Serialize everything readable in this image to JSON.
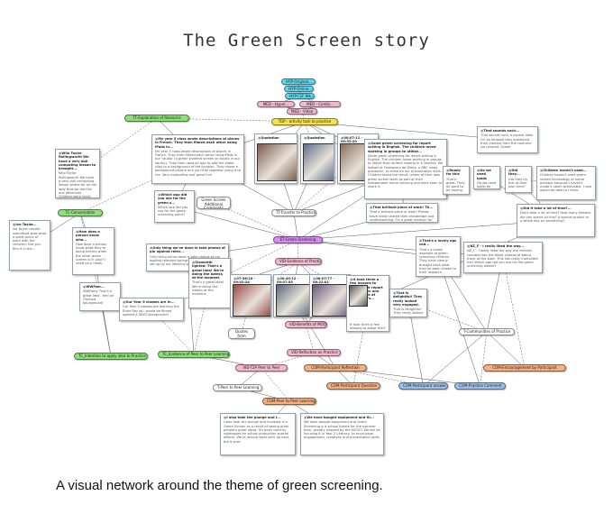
{
  "title": "The Green Screen story",
  "caption": "A visual network around the theme of green screening.",
  "colors": {
    "cyan": "#5fd8ee",
    "pink": "#f3b7cf",
    "magenta": "#d88af0",
    "yellow": "#f2e34c",
    "green": "#8fe07a",
    "orange": "#f4b07e",
    "blue": "#9ec2ec",
    "white": "#ffffff",
    "edge": "#555555"
  },
  "nodes": [
    {
      "id": "hyp-original",
      "kind": "pill",
      "color": "cyan",
      "label": "HYP-Original..."
    },
    {
      "id": "hyp-online",
      "kind": "pill",
      "color": "cyan",
      "label": "HYP-Online..."
    },
    {
      "id": "hyp-f2f",
      "kind": "pill",
      "color": "cyan",
      "label": "HYP-F2F Wk..."
    },
    {
      "id": "med-hyper",
      "kind": "pill",
      "color": "pink",
      "label": "MED - Hyper..."
    },
    {
      "id": "med-combi",
      "kind": "pill",
      "color": "pink",
      "label": "MED - Combi..."
    },
    {
      "id": "med-video",
      "kind": "pill",
      "color": "pink",
      "label": "MED - Video"
    },
    {
      "id": "tdp",
      "kind": "pill",
      "color": "yellow",
      "label": "TDP - artivity task to practice"
    },
    {
      "id": "tt-exploration",
      "kind": "pill",
      "color": "green",
      "label": "TT-Exploration of Resource"
    },
    {
      "id": "tc-conversation",
      "kind": "pill",
      "color": "green",
      "label": "TC-Conversation"
    },
    {
      "id": "tt-transfer",
      "kind": "pill",
      "color": "white",
      "label": "TT-Transfer to Practice"
    },
    {
      "id": "et-green",
      "kind": "pill",
      "color": "magenta",
      "label": "ET-Green Screening"
    },
    {
      "id": "vid-evidence",
      "kind": "pill",
      "color": "pink",
      "label": "VID-Evidence of Practice"
    },
    {
      "id": "vid-benefits",
      "kind": "pill",
      "color": "pink",
      "label": "VID-Benefits of MOOC"
    },
    {
      "id": "vid-reflection",
      "kind": "pill",
      "color": "pink",
      "label": "VID-Reflection on Practice"
    },
    {
      "id": "vid-t2p",
      "kind": "pill",
      "color": "pink",
      "label": "VID-T2P Peer to Peer"
    },
    {
      "id": "tc-intention",
      "kind": "pill",
      "color": "green",
      "label": "TC_Intention to apply idea to Practice"
    },
    {
      "id": "tc-evidence-peer",
      "kind": "pill",
      "color": "green",
      "label": "TC_Evidence of Peer to Peer Learning"
    },
    {
      "id": "t-peer",
      "kind": "pill",
      "color": "white",
      "label": "T-Peer to Peer Learning"
    },
    {
      "id": "com-participant-reflection",
      "kind": "pill",
      "color": "orange",
      "label": "COM-Participant Reflection"
    },
    {
      "id": "com-peer",
      "kind": "pill",
      "color": "orange",
      "label": "COM-Peer to Peer Learning"
    },
    {
      "id": "com-participant-question",
      "kind": "pill",
      "color": "orange",
      "label": "COM-Participant Question"
    },
    {
      "id": "com-participant-answer",
      "kind": "pill",
      "color": "blue",
      "label": "COM-Participant answer"
    },
    {
      "id": "com-practice-comment",
      "kind": "pill",
      "color": "blue",
      "label": "COM-Practice Comment"
    },
    {
      "id": "com-encouragement",
      "kind": "pill",
      "color": "orange",
      "label": "COM-Encouragement by Participant"
    },
    {
      "id": "t-communities",
      "kind": "pill",
      "color": "white",
      "label": "T-Communities of Practice"
    },
    {
      "id": "green-screen-additional",
      "kind": "pill",
      "color": "white",
      "label": "Green Screen Additional Comments"
    },
    {
      "id": "quotes-videos",
      "kind": "pill",
      "color": "white",
      "label": "Quotes from Videos"
    },
    {
      "id": "c-my-year5",
      "kind": "card",
      "head": "My year 5 class wrote descriptions of places in French. They then filmed each other using iPads in...",
      "body": "My year 5 class wrote descriptions of places in French. They then filmed each other using iPads in our 'studio' (a green sheeted screen on books in our library). They then used an app to add the video clips to a background of the location. They chose a background picture and you'd all together using it to me. Very motivating and great fun!"
    },
    {
      "id": "c-quotation-1",
      "kind": "card",
      "head": "Quotation",
      "body": "1:24"
    },
    {
      "id": "c-quotation-2",
      "kind": "card",
      "head": "Quotation",
      "body": "1:38"
    },
    {
      "id": "c-ts-0752",
      "kind": "card",
      "head": "00:07:11 - 00:52:20",
      "body": ""
    },
    {
      "id": "c-some-green",
      "kind": "card",
      "head": "Some green screening for report writing in English. The children loved working in groups to utilise...",
      "body": "Some green screening for report writing in English. The children loved working in groups to utilise their written reports in a context. We looked at Foreigners da Mikka, a BBC news presenter, to enhance our presentation skills. Children loved the result, mixed of their own green screen work as part of their independent home learning and were keen to share it."
    },
    {
      "id": "c-thatsounds",
      "kind": "card",
      "head": "That sounds such...",
      "body": "That sounds such a superb idea! I'm so amazed they sustained their interest from the costume you shared. Great!"
    },
    {
      "id": "c-wiio-taylor",
      "kind": "card",
      "head": "Wiio Taylor Rollingworth We have a very dull computing lesson to brought...",
      "body": "Wiio Taylor Rollingworth We have a very dull computing lesson where for an old lady that we did this one afternoon. Children were really inspired so I am glad to give you feedback #QMONTHS AGO"
    },
    {
      "id": "c-which-app",
      "kind": "card",
      "head": "Which app did you use for the green s...",
      "body": "Which app did you use for the green screening piece?"
    },
    {
      "id": "c-that-brilliant",
      "kind": "card",
      "head": "That brilliant piece of work! Th...",
      "body": "That a brilliant piece of work! Please have really shared their knowledge and understanding. It's a great medium for that."
    },
    {
      "id": "c-ready-for-this",
      "kind": "card",
      "head": "Ready for this",
      "body": "That's great. They all want to be having fun"
    },
    {
      "id": "c-do-we-need",
      "kind": "card",
      "head": "Do we need ipads",
      "body": "Do we need ipads for this"
    },
    {
      "id": "c-did-they",
      "kind": "card",
      "head": "Did they...",
      "body": "Did they try this at their own time?"
    },
    {
      "id": "c-children-havent",
      "kind": "card",
      "head": "Children haven't used...",
      "body": "Children haven't used green screen technology at home perhaps because I haven't made it seem achievable. I now would be able to I think."
    },
    {
      "id": "c-did-it-take",
      "kind": "card",
      "head": "Did it take a lot of time?...",
      "body": "Did it take a lot of time? How many lessons did you spend on this? A special project or a whole day on something?"
    },
    {
      "id": "c-ivo-taylor",
      "kind": "card",
      "head": "Ivo Taylor...",
      "body": "Ivo Taylor results submitted wow what a great piece of work with the children! Did you film it in the..."
    },
    {
      "id": "c-how-does",
      "kind": "card",
      "head": "How does a person know wha...",
      "body": "How does a person know what they're doing behind when the other green screen is in play? I need your ideas."
    },
    {
      "id": "c-only-thing",
      "kind": "card",
      "head": "Only thing we've done is take photos of pin against relev...",
      "body": "Only thing we've done is take photos of pin against relevant backgrounds on news show set up by our Working on it."
    },
    {
      "id": "c-sixmonth",
      "kind": "card",
      "head": "Sixmonth lighted: That's a great idea! We're doing the Aztecs at the moment.",
      "body": "That's a great idea! We're doing the Aztecs at the moment."
    },
    {
      "id": "c-wiwfam",
      "kind": "card",
      "head": "WWFam...",
      "body": "WWFamy That's a great idea - feel an Olympic background!"
    },
    {
      "id": "c-our-year5",
      "kind": "card",
      "head": "Our Year 5 classes are in...",
      "body": "Our Year 5 classes are learning the Elder Roy so I would be filmed against a WW2 background!"
    },
    {
      "id": "c-ts-0736",
      "kind": "card",
      "head": "07:36:10 - 09:02:24",
      "body": ""
    },
    {
      "id": "c-ts-0045",
      "kind": "card",
      "head": "00:45:12 - 00:07:35",
      "body": ""
    },
    {
      "id": "c-ts-0807",
      "kind": "card",
      "head": "08:07:77 - 08:22:01",
      "body": ""
    },
    {
      "id": "c-it-took",
      "kind": "card",
      "head": "It took them a few lessons to adapt their report to a spoken one and to look at presenter's...",
      "body": "It took them a few lessons to adapt their report to a spoken one and to look at presenters techniques but the filming only took a lesson."
    },
    {
      "id": "c-thatsalovelyeg",
      "kind": "card",
      "head": "That's a lovely egs cod...",
      "body": "That's a lovely example of green screening children. They have clearly brought back what they've been shown to their research."
    },
    {
      "id": "c-nz",
      "kind": "card",
      "head": "NZ_F - I really liked the way...",
      "body": "NZ_F - I really liked the way the children counted into the News instead of being there at the start. This has really motivated me! Which age did you use for the green screening please?"
    },
    {
      "id": "c-that-is-delightful",
      "kind": "card",
      "head": "That is delightful! They really looked very engaged.",
      "body": "That is delightful! They really looked very engaged."
    },
    {
      "id": "c-i-also-took",
      "kind": "card",
      "head": "I also took the plunge and I...",
      "body": "I also took the plunge and invested in a Green Screen as a result of seeing other people's great ideas. It's been used by colleagues for school production special effects. We're unsure what we'll do next, but it was!"
    },
    {
      "id": "c-we-have-bought",
      "kind": "card",
      "head": "We have bought equipment and Gr...",
      "body": "We have bought equipment and Green Screening is a school theme for the summer term, greatly inspired by the MOOC! We will be focusing it in Year 2 Literacy, to encourage engagement, creativity and presentation skills."
    }
  ],
  "edges": [
    [
      "hyp-original",
      "hyp-online"
    ],
    [
      "hyp-online",
      "hyp-f2f"
    ],
    [
      "hyp-f2f",
      "med-hyper"
    ],
    [
      "hyp-f2f",
      "med-combi"
    ],
    [
      "med-hyper",
      "med-video"
    ],
    [
      "med-combi",
      "med-video"
    ],
    [
      "med-video",
      "tdp"
    ],
    [
      "tdp",
      "c-my-year5"
    ],
    [
      "tdp",
      "c-quotation-1"
    ],
    [
      "tdp",
      "c-quotation-2"
    ],
    [
      "tdp",
      "c-ts-0752"
    ],
    [
      "tdp",
      "c-some-green"
    ],
    [
      "tdp",
      "tt-exploration"
    ],
    [
      "tdp",
      "c-thatsounds"
    ],
    [
      "tt-exploration",
      "c-my-year5"
    ],
    [
      "tt-exploration",
      "c-wiio-taylor"
    ],
    [
      "c-my-year5",
      "c-which-app"
    ],
    [
      "c-my-year5",
      "tt-transfer"
    ],
    [
      "c-my-year5",
      "tc-conversation"
    ],
    [
      "c-quotation-1",
      "tt-transfer"
    ],
    [
      "c-quotation-2",
      "tt-transfer"
    ],
    [
      "c-ts-0752",
      "tt-transfer"
    ],
    [
      "c-some-green",
      "tt-transfer"
    ],
    [
      "c-some-green",
      "c-that-brilliant"
    ],
    [
      "c-some-green",
      "c-ready-for-this"
    ],
    [
      "c-some-green",
      "et-green"
    ],
    [
      "c-which-app",
      "et-green"
    ],
    [
      "green-screen-additional",
      "et-green"
    ],
    [
      "tc-conversation",
      "c-ivo-taylor"
    ],
    [
      "tc-conversation",
      "c-how-does"
    ],
    [
      "tc-conversation",
      "c-wiwfam"
    ],
    [
      "tt-transfer",
      "et-green"
    ],
    [
      "c-that-brilliant",
      "et-green"
    ],
    [
      "c-did-they",
      "c-children-havent"
    ],
    [
      "c-did-they",
      "c-did-it-take"
    ],
    [
      "c-do-we-need",
      "c-did-it-take"
    ],
    [
      "et-green",
      "vid-evidence"
    ],
    [
      "et-green",
      "c-thatsalovelyeg"
    ],
    [
      "et-green",
      "c-only-thing"
    ],
    [
      "et-green",
      "c-sixmonth"
    ],
    [
      "et-green",
      "c-did-it-take"
    ],
    [
      "et-green",
      "c-nz"
    ],
    [
      "vid-evidence",
      "c-ts-0736"
    ],
    [
      "vid-evidence",
      "c-ts-0045"
    ],
    [
      "vid-evidence",
      "c-ts-0807"
    ],
    [
      "vid-evidence",
      "c-it-took"
    ],
    [
      "vid-evidence",
      "c-our-year5"
    ],
    [
      "c-did-it-take",
      "c-it-took"
    ],
    [
      "c-ts-0736",
      "quotes-videos"
    ],
    [
      "c-ts-0045",
      "vid-benefits"
    ],
    [
      "c-ts-0807",
      "vid-benefits"
    ],
    [
      "vid-benefits",
      "vid-reflection"
    ],
    [
      "c-it-took",
      "c-that-is-delightful"
    ],
    [
      "c-nz",
      "t-communities"
    ],
    [
      "c-that-is-delightful",
      "t-communities"
    ],
    [
      "c-thatsalovelyeg",
      "t-communities"
    ],
    [
      "c-how-does",
      "tc-intention"
    ],
    [
      "c-our-year5",
      "tc-evidence-peer"
    ],
    [
      "c-wiwfam",
      "tc-intention"
    ],
    [
      "tc-evidence-peer",
      "vid-t2p"
    ],
    [
      "vid-reflection",
      "vid-t2p"
    ],
    [
      "vid-reflection",
      "com-participant-reflection"
    ],
    [
      "vid-t2p",
      "t-peer"
    ],
    [
      "vid-t2p",
      "com-peer"
    ],
    [
      "t-peer",
      "com-peer"
    ],
    [
      "com-participant-reflection",
      "com-participant-question"
    ],
    [
      "com-participant-reflection",
      "com-participant-answer"
    ],
    [
      "com-participant-reflection",
      "com-practice-comment"
    ],
    [
      "t-communities",
      "com-encouragement"
    ],
    [
      "t-communities",
      "com-practice-comment"
    ],
    [
      "t-communities",
      "com-participant-answer"
    ],
    [
      "c-that-is-delightful",
      "com-participant-answer"
    ],
    [
      "c-nz",
      "com-encouragement"
    ],
    [
      "com-peer",
      "c-i-also-took"
    ],
    [
      "com-peer",
      "c-we-have-bought"
    ],
    [
      "c-it-took",
      "com-participant-question"
    ],
    [
      "c-thatsalovelyeg",
      "com-practice-comment"
    ],
    [
      "c-ts-0045",
      "com-participant-reflection"
    ],
    [
      "c-sixmonth",
      "tc-evidence-peer"
    ],
    [
      "c-only-thing",
      "tc-evidence-peer"
    ]
  ]
}
